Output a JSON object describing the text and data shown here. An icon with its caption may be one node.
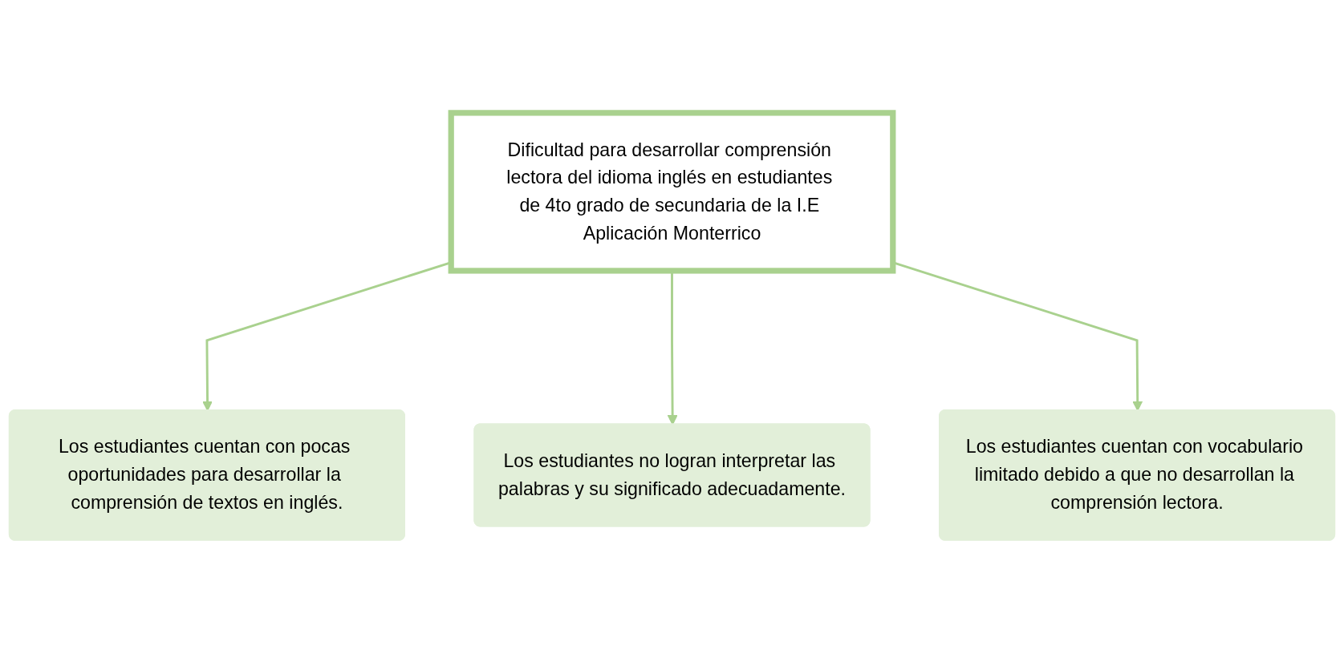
{
  "diagram": {
    "nodes": [
      {
        "text": [
          "Dificultad para desarrollar comprensión lectora del idioma inglés en estudiantes de 4to grado de secundaria de la I.E Aplicación Monterrico"
        ]
      },
      {
        "text": [
          "Los estudiantes cuentan con pocas oportunidades para desarrollar la comprensión de textos en inglés."
        ]
      },
      {
        "text": [
          "Los estudiantes no logran interpretar las palabras y su significado adecuadamente."
        ]
      },
      {
        "text": [
          "Los estudiantes cuentan con vocabulario limitado debido a que no desarrollan la comprensión lectora."
        ]
      }
    ],
    "edges": [
      {
        "from": 0,
        "to": 1,
        "arrow": "to"
      },
      {
        "from": 0,
        "to": 2,
        "arrow": "to"
      },
      {
        "from": 0,
        "to": 3,
        "arrow": "to"
      }
    ]
  }
}
